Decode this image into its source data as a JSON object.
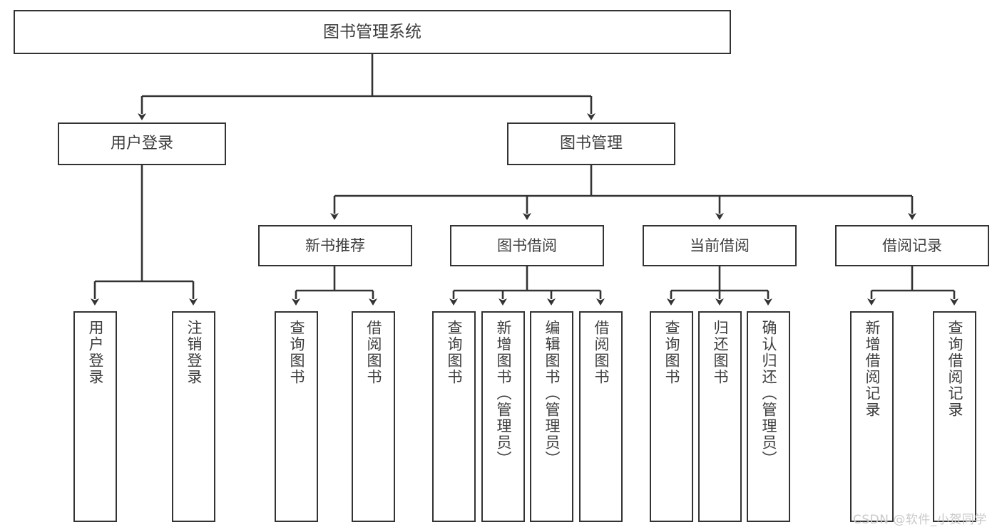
{
  "diagram": {
    "title": "图书管理系统",
    "type": "tree-hierarchy",
    "watermark": "CSDN @软件_小贺同学",
    "colors": {
      "box_border": "#333333",
      "box_fill": "#ffffff",
      "text": "#3d3d3d",
      "connector": "#333333",
      "watermark": "#c9c9c9",
      "background": "#ffffff"
    },
    "nodes": {
      "root": {
        "label": "图书管理系统"
      },
      "level2": [
        {
          "label": "用户登录"
        },
        {
          "label": "图书管理"
        }
      ],
      "level3": [
        {
          "label": "新书推荐"
        },
        {
          "label": "图书借阅"
        },
        {
          "label": "当前借阅"
        },
        {
          "label": "借阅记录"
        }
      ],
      "leaves": {
        "user_login": [
          {
            "label": "用户登录"
          },
          {
            "label": "注销登录"
          }
        ],
        "new_book_recommend": [
          {
            "label": "查询图书"
          },
          {
            "label": "借阅图书"
          }
        ],
        "book_borrow": [
          {
            "label": "查询图书"
          },
          {
            "label": "新增图书（管理员）"
          },
          {
            "label": "编辑图书（管理员）"
          },
          {
            "label": "借阅图书"
          }
        ],
        "current_borrow": [
          {
            "label": "查询图书"
          },
          {
            "label": "归还图书"
          },
          {
            "label": "确认归还（管理员）"
          }
        ],
        "borrow_record": [
          {
            "label": "新增借阅记录"
          },
          {
            "label": "查询借阅记录"
          }
        ]
      }
    }
  }
}
